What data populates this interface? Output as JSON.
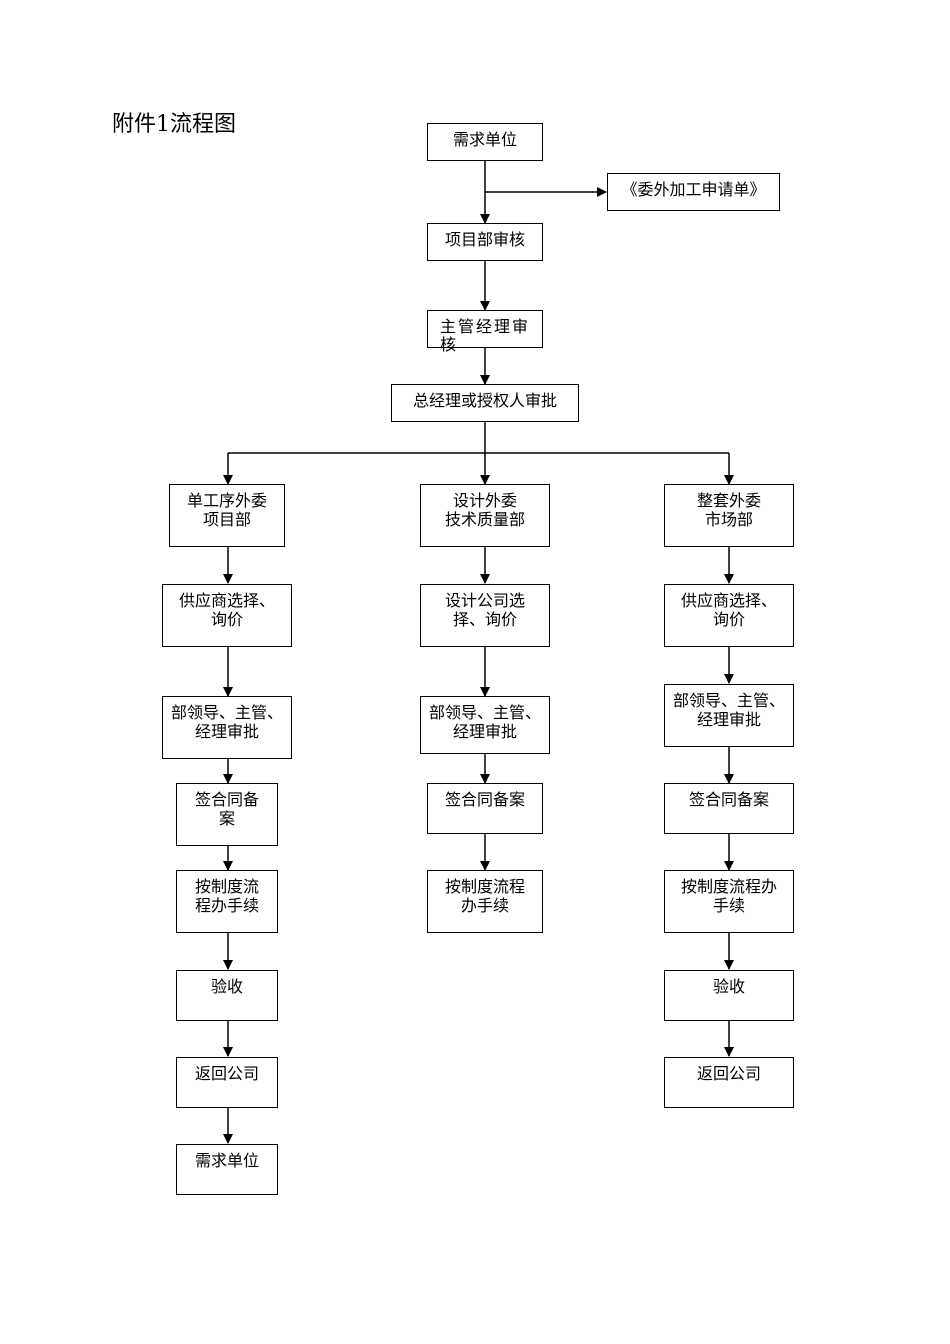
{
  "title": "附件1流程图",
  "nodes": {
    "demand_unit_top": "需求单位",
    "outsourcing_form": "《委外加工申请单》",
    "project_dept_review": "项目部审核",
    "manager_review": [
      "主管经理审",
      "核"
    ],
    "gm_approval": "总经理或授权人审批",
    "single_process": [
      "单工序外委",
      "项目部"
    ],
    "design_outsource": [
      "设计外委",
      "技术质量部"
    ],
    "complete_set": [
      "整套外委",
      "市场部"
    ],
    "supplier_select_left": [
      "供应商选择、",
      "询价"
    ],
    "design_company_select": [
      "设计公司选",
      "择、询价"
    ],
    "supplier_select_right": [
      "供应商选择、",
      "询价"
    ],
    "dept_approval_left": [
      "部领导、主管、",
      "经理审批"
    ],
    "dept_approval_mid": [
      "部领导、主管、",
      "经理审批"
    ],
    "dept_approval_right": [
      "部领导、主管、",
      "经理审批"
    ],
    "sign_contract_left": [
      "签合同备",
      "案"
    ],
    "sign_contract_mid": "签合同备案",
    "sign_contract_right": "签合同备案",
    "procedure_left": [
      "按制度流",
      "程办手续"
    ],
    "procedure_mid": [
      "按制度流程",
      "办手续"
    ],
    "procedure_right": [
      "按制度流程办",
      "手续"
    ],
    "acceptance_left": "验收",
    "acceptance_right": "验收",
    "return_left": "返回公司",
    "return_right": "返回公司",
    "demand_unit_bottom": "需求单位"
  }
}
